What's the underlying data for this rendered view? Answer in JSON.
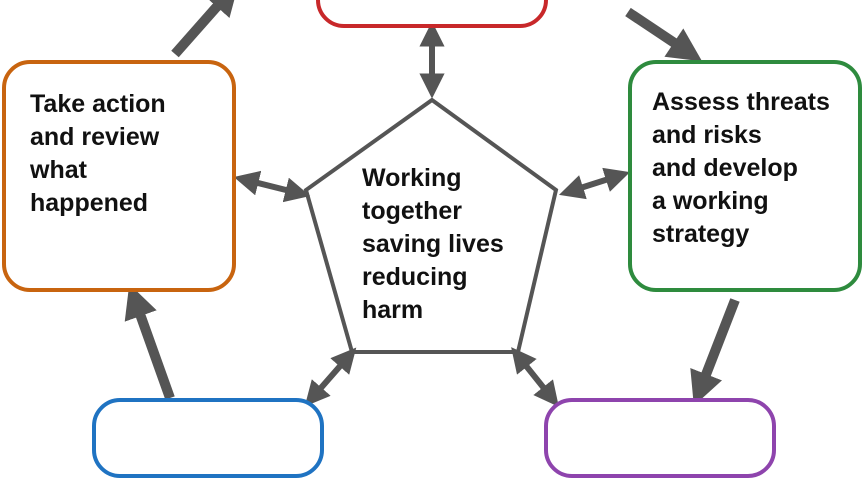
{
  "colors": {
    "top_box": "#c8282a",
    "left_box": "#c8640f",
    "right_box": "#2e8b3e",
    "bottom_left_box": "#1f73c2",
    "bottom_right_box": "#8e44ad",
    "pentagon": "#555555",
    "arrows": "#555555"
  },
  "boxes": {
    "take_action": {
      "label": "Take action\nand review\nwhat\nhappened"
    },
    "assess_threats": {
      "label": "Assess threats\nand risks\nand develop\na working\nstrategy"
    }
  },
  "center": {
    "label": "Working\ntogether\nsaving lives\nreducing\nharm"
  },
  "icons": [
    "double-headed-arrow",
    "cycle-arrow"
  ]
}
